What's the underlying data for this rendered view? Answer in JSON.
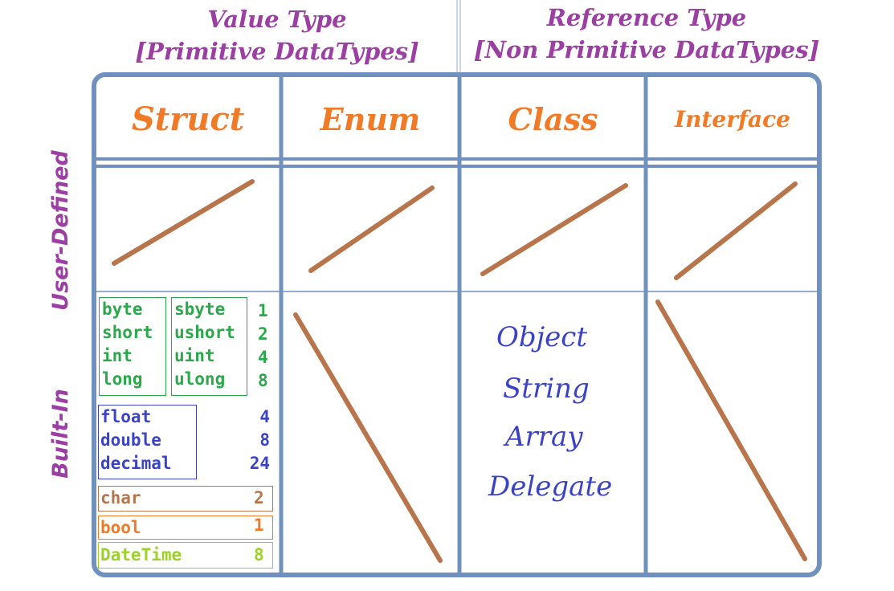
{
  "headers": {
    "value_type_line1": "Value Type",
    "value_type_line2": "[Primitive DataTypes]",
    "reference_type_line1": "Reference Type",
    "reference_type_line2": "[Non Primitive DataTypes]"
  },
  "columns": [
    "Struct",
    "Enum",
    "Class",
    "Interface"
  ],
  "rows": [
    "User-Defined",
    "Built-In"
  ],
  "struct_builtin": {
    "integers": {
      "signed": [
        "byte",
        "short",
        "int",
        "long"
      ],
      "unsigned": [
        "sbyte",
        "ushort",
        "uint",
        "ulong"
      ],
      "sizes": [
        "1",
        "2",
        "4",
        "8"
      ]
    },
    "floating": {
      "types": [
        "float",
        "double",
        "decimal"
      ],
      "sizes": [
        "4",
        "8",
        "24"
      ]
    },
    "char": {
      "type": "char",
      "size": "2"
    },
    "bool": {
      "type": "bool",
      "size": "1"
    },
    "datetime": {
      "type": "DateTime",
      "size": "8"
    }
  },
  "class_builtin": [
    "Object",
    "String",
    "Array",
    "Delegate"
  ],
  "colors": {
    "header_purple": "#9b3fa3",
    "column_orange": "#f07a26",
    "grid_blue": "#7091be",
    "strike_brown": "#b8744a",
    "integer_green": "#2aa84a",
    "float_blue": "#3a43c4",
    "char_brown": "#b8744a",
    "bool_orange": "#f07a26",
    "datetime_lime": "#9bd12a"
  }
}
